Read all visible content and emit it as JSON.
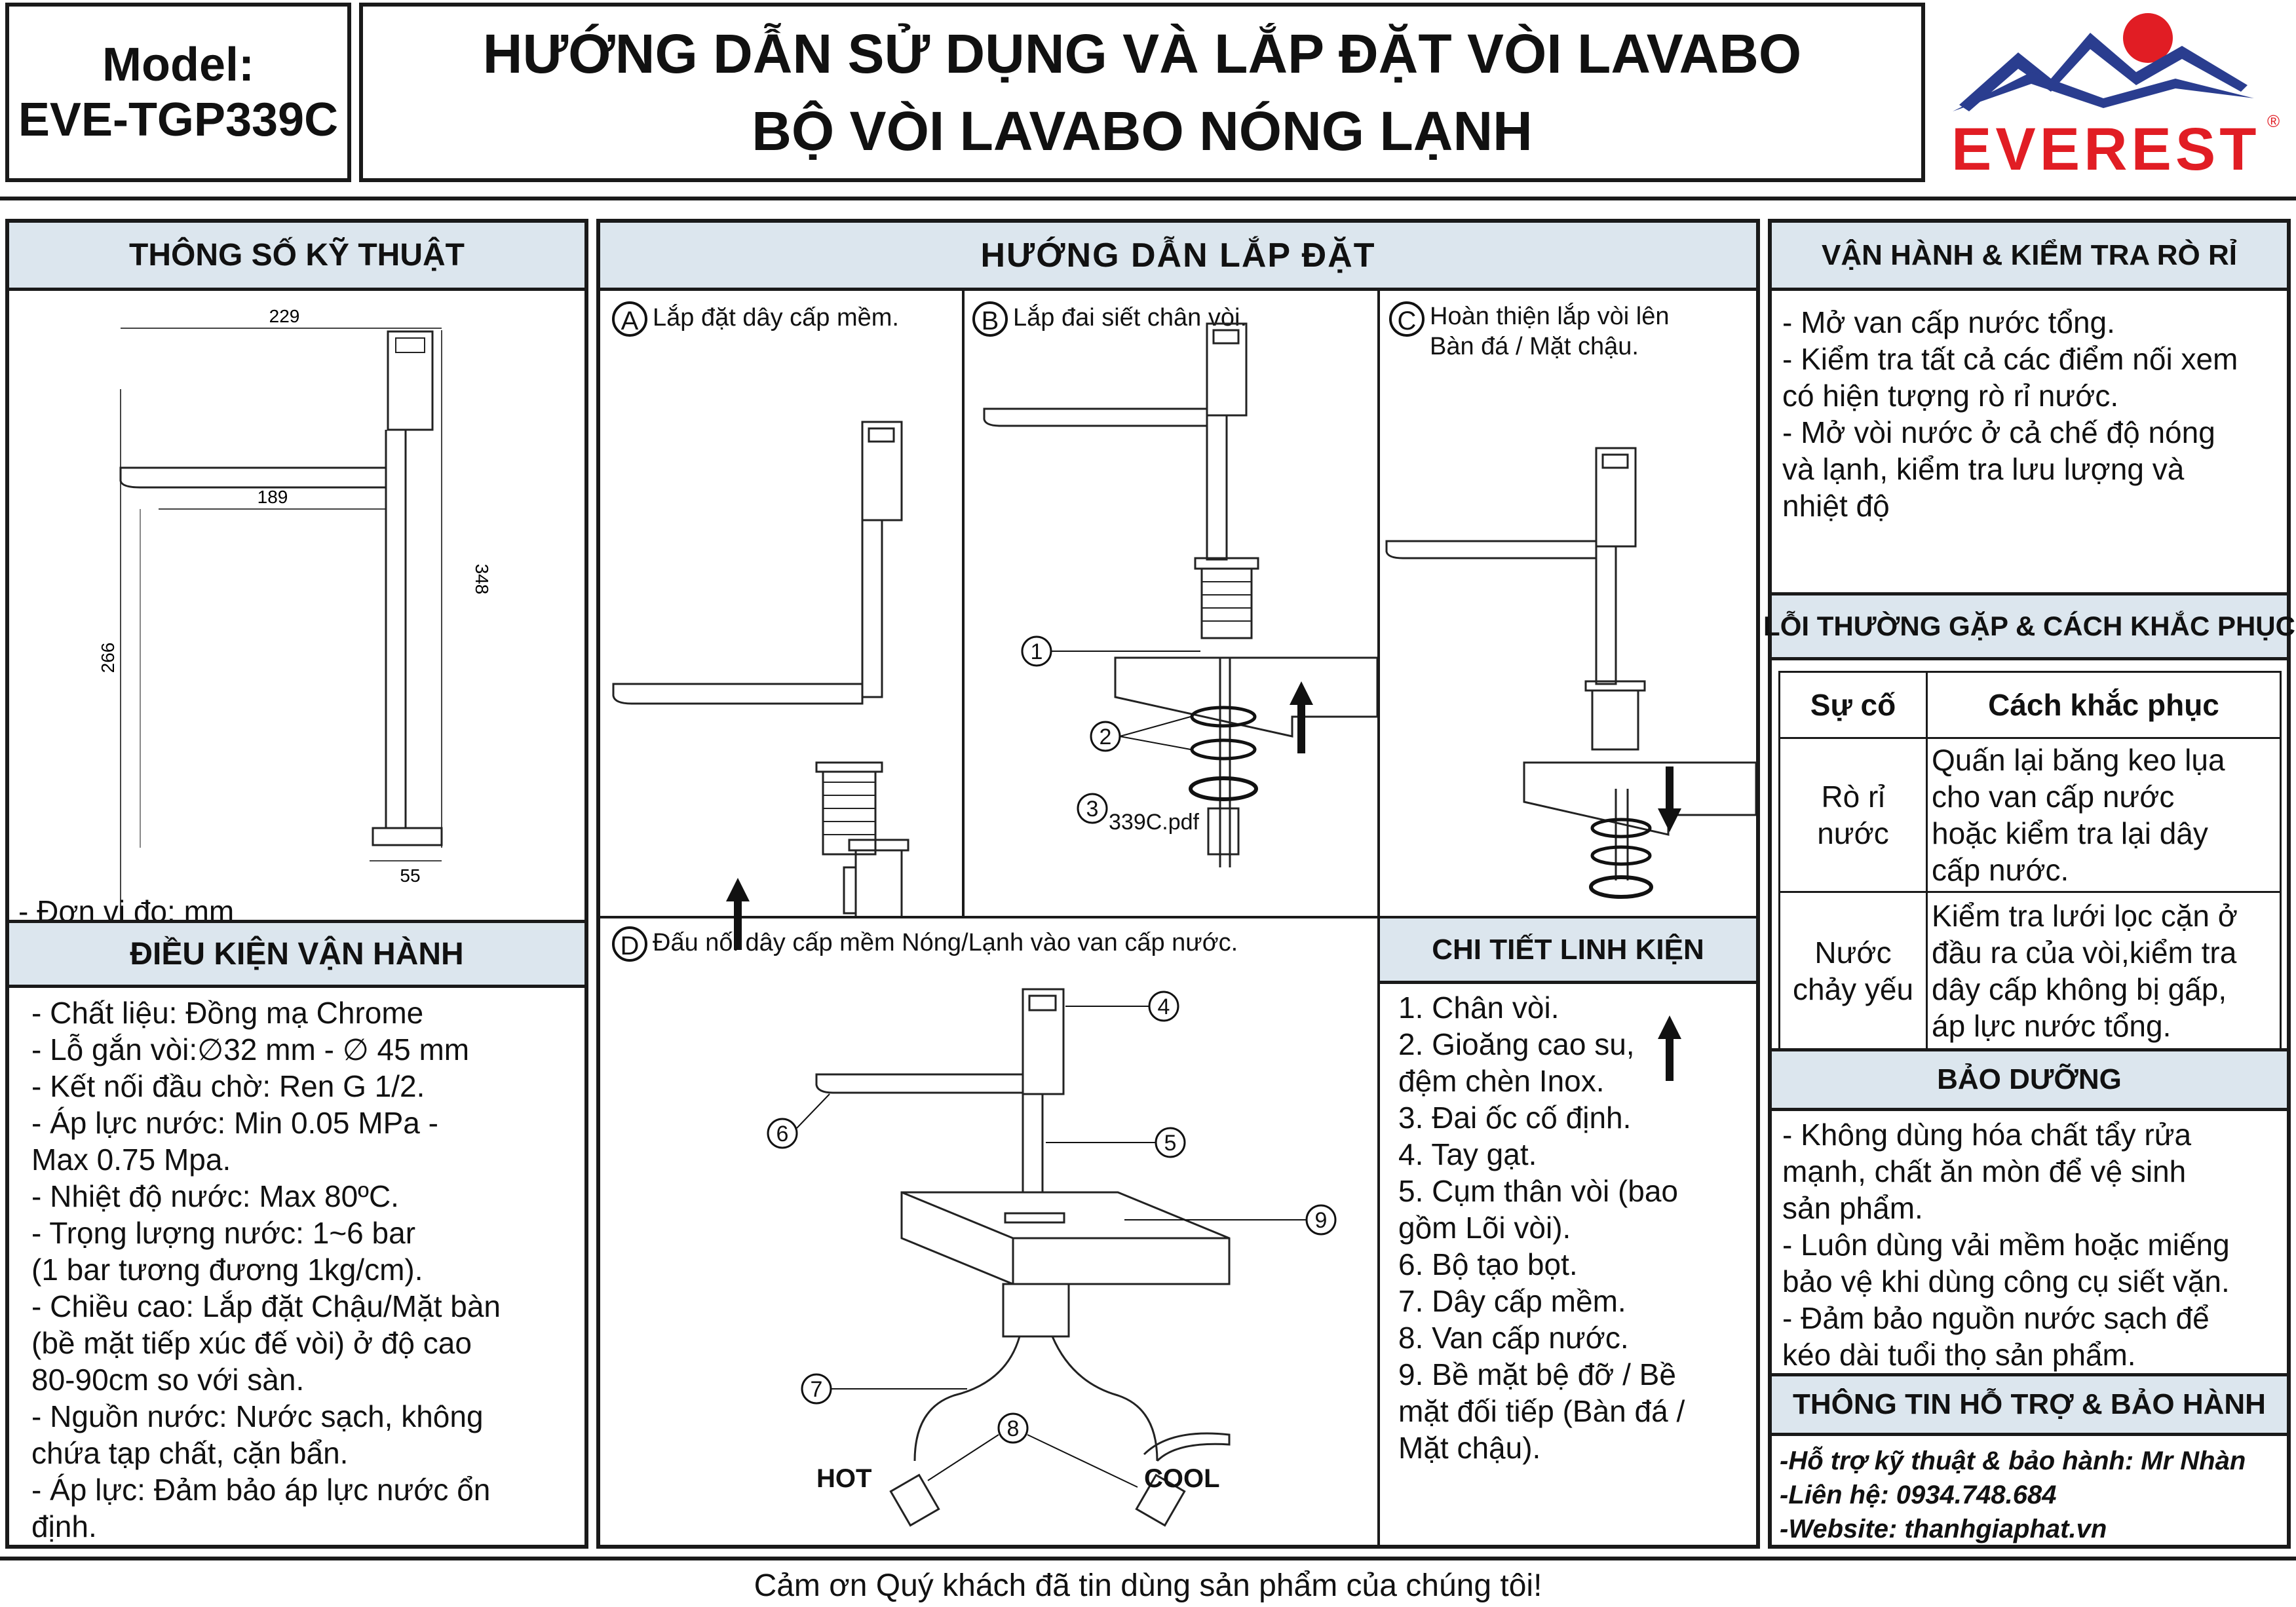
{
  "header": {
    "model_label": "Model:",
    "model_value": "EVE-TGP339C",
    "title_line1": "HƯỚNG DẪN SỬ DỤNG VÀ LẮP ĐẶT VÒI LAVABO",
    "title_line2": "BỘ VÒI LAVABO NÓNG LẠNH",
    "brand": "EVEREST",
    "brand_mark": "®"
  },
  "specs": {
    "title": "THÔNG SỐ KỸ THUẬT",
    "dims": [
      "229",
      "189",
      "348",
      "266",
      "55"
    ],
    "unit_note": "- Đơn vị đo: mm"
  },
  "conditions": {
    "title": "ĐIỀU KIỆN VẬN HÀNH",
    "text": "- Chất liệu: Đồng mạ Chrome\n- Lỗ gắn vòi:∅32 mm - ∅ 45 mm\n- Kết nối đầu chờ: Ren G 1/2.\n- Áp lực nước: Min 0.05 MPa -\nMax 0.75 Mpa.\n- Nhiệt độ nước: Max 80ºC.\n- Trọng lượng nước: 1~6 bar\n(1 bar tương đương 1kg/cm).\n- Chiều cao: Lắp đặt Chậu/Mặt bàn\n(bề mặt tiếp xúc đế vòi) ở độ cao\n80-90cm so với sàn.\n- Nguồn nước: Nước sạch, không\nchứa tạp chất, cặn bẩn.\n- Áp lực: Đảm bảo áp lực nước ổn\nđịnh."
  },
  "install": {
    "title": "HƯỚNG DẪN LẮP ĐẶT",
    "step_a_letter": "A",
    "step_a": "Lắp đặt dây cấp mềm.",
    "step_b_letter": "B",
    "step_b": "Lắp đai siết chân vòi.",
    "step_c_letter": "C",
    "step_c": "Hoàn thiện lắp vòi lên\nBàn đá / Mặt chậu.",
    "step_d_letter": "D",
    "step_d": "Đấu nối dây cấp mềm Nóng/Lạnh vào van cấp nước.",
    "b_labels": [
      "1",
      "2",
      "3"
    ],
    "b_file": "339C.pdf",
    "d_labels": [
      "4",
      "5",
      "6",
      "7",
      "8",
      "9"
    ],
    "hot": "HOT",
    "cool": "COOL"
  },
  "parts": {
    "title": "CHI TIẾT LINH KIỆN",
    "text": "1. Chân vòi.\n2. Gioăng cao su,\nđệm chèn Inox.\n3. Đai ốc cố định.\n4. Tay gạt.\n5. Cụm thân vòi (bao\ngồm Lõi vòi).\n6. Bộ tạo bọt.\n7. Dây cấp mềm.\n8. Van cấp nước.\n9. Bề mặt bệ đỡ / Bề\nmặt đối tiếp (Bàn đá /\nMặt chậu)."
  },
  "operation": {
    "title": "VẬN HÀNH & KIỂM TRA RÒ RỈ",
    "text": "- Mở van cấp nước tổng.\n- Kiểm tra tất cả các điểm nối xem\ncó hiện tượng rò rỉ nước.\n- Mở vòi nước ở cả chế độ nóng\nvà lạnh, kiểm tra lưu lượng và\nnhiệt độ"
  },
  "troubleshoot": {
    "title": "LỖI THƯỜNG GẶP & CÁCH KHẮC PHỤC",
    "col1": "Sự cố",
    "col2": "Cách khắc phục",
    "rows": [
      {
        "issue": "Rò rỉ\nnước",
        "fix": "Quấn lại băng keo lụa\ncho van cấp nước\nhoặc kiểm tra lại dây\ncấp nước."
      },
      {
        "issue": "Nước\nchảy yếu",
        "fix": "Kiểm tra lưới lọc cặn ở\nđầu ra của vòi,kiểm tra\ndây cấp không bị gấp,\náp lực nước tổng."
      }
    ]
  },
  "maintenance": {
    "title": "BẢO DƯỠNG",
    "text": "- Không dùng hóa chất tẩy rửa\nmạnh, chất ăn mòn để vệ sinh\nsản phẩm.\n- Luôn dùng vải mềm hoặc miếng\nbảo vệ khi dùng công cụ siết vặn.\n- Đảm bảo nguồn nước sạch để\nkéo dài tuổi thọ sản phẩm."
  },
  "support": {
    "title": "THÔNG TIN HỖ TRỢ & BẢO HÀNH",
    "line1": "-Hỗ trợ kỹ thuật & bảo hành: Mr Nhàn",
    "line2": "-Liên hệ: 0934.748.684",
    "line3": "-Website: thanhgiaphat.vn"
  },
  "footer": "Cảm ơn Quý khách đã tin dùng sản phẩm của chúng tôi!"
}
